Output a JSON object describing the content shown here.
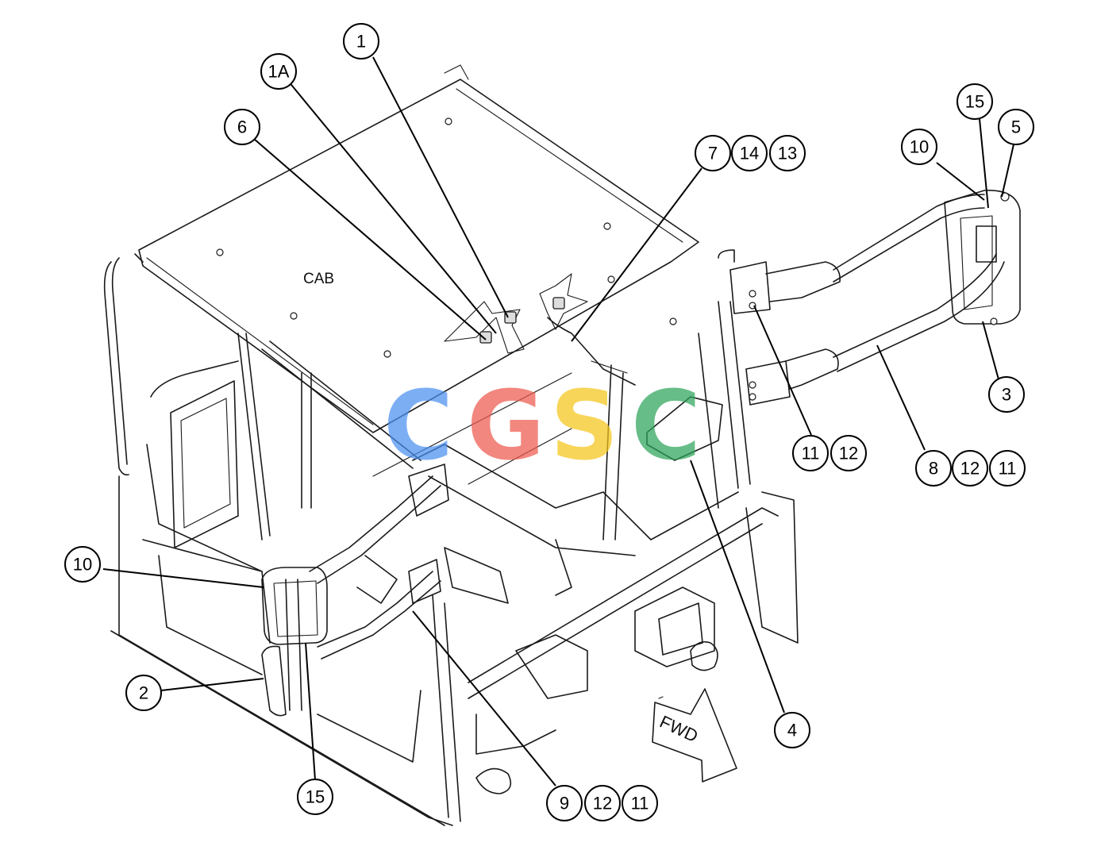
{
  "diagram": {
    "cab_label": "CAB",
    "fwd_label": "FWD",
    "callouts": [
      {
        "id": "c-1",
        "label": "1"
      },
      {
        "id": "c-1a",
        "label": "1A"
      },
      {
        "id": "c-6",
        "label": "6"
      },
      {
        "id": "c-7",
        "label": "7"
      },
      {
        "id": "c-14-top",
        "label": "14"
      },
      {
        "id": "c-13-top",
        "label": "13"
      },
      {
        "id": "c-10-right",
        "label": "10"
      },
      {
        "id": "c-15-right",
        "label": "15"
      },
      {
        "id": "c-5",
        "label": "5"
      },
      {
        "id": "c-3",
        "label": "3"
      },
      {
        "id": "c-11-mid",
        "label": "11"
      },
      {
        "id": "c-12-mid",
        "label": "12"
      },
      {
        "id": "c-8",
        "label": "8"
      },
      {
        "id": "c-12-right",
        "label": "12"
      },
      {
        "id": "c-11-right",
        "label": "11"
      },
      {
        "id": "c-10-left",
        "label": "10"
      },
      {
        "id": "c-2",
        "label": "2"
      },
      {
        "id": "c-15-left",
        "label": "15"
      },
      {
        "id": "c-4",
        "label": "4"
      },
      {
        "id": "c-9",
        "label": "9"
      },
      {
        "id": "c-12-bottom",
        "label": "12"
      },
      {
        "id": "c-11-bottom",
        "label": "11"
      }
    ]
  },
  "watermark": {
    "letters": [
      "C",
      "G",
      "S",
      "C"
    ],
    "colors": [
      "#4a8ff0",
      "#ee5a4f",
      "#f5c518",
      "#2ea55a"
    ]
  }
}
